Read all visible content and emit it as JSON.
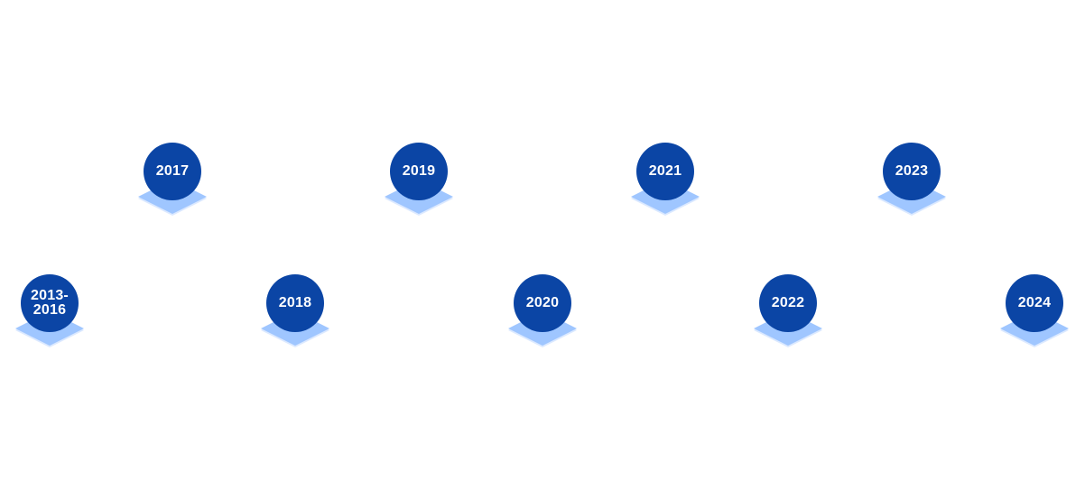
{
  "timeline": {
    "colors": {
      "badge": "#0b45a5",
      "diamond_light": "#9fc6ff",
      "diamond_shadow": "#dbe9ff",
      "text": "#ffffff"
    },
    "milestones": [
      {
        "id": "m2013",
        "label": "2013-\n2016",
        "row": "bottom"
      },
      {
        "id": "m2017",
        "label": "2017",
        "row": "top"
      },
      {
        "id": "m2018",
        "label": "2018",
        "row": "bottom"
      },
      {
        "id": "m2019",
        "label": "2019",
        "row": "top"
      },
      {
        "id": "m2020",
        "label": "2020",
        "row": "bottom"
      },
      {
        "id": "m2021",
        "label": "2021",
        "row": "top"
      },
      {
        "id": "m2022",
        "label": "2022",
        "row": "bottom"
      },
      {
        "id": "m2023",
        "label": "2023",
        "row": "top"
      },
      {
        "id": "m2024",
        "label": "2024",
        "row": "bottom"
      }
    ]
  }
}
